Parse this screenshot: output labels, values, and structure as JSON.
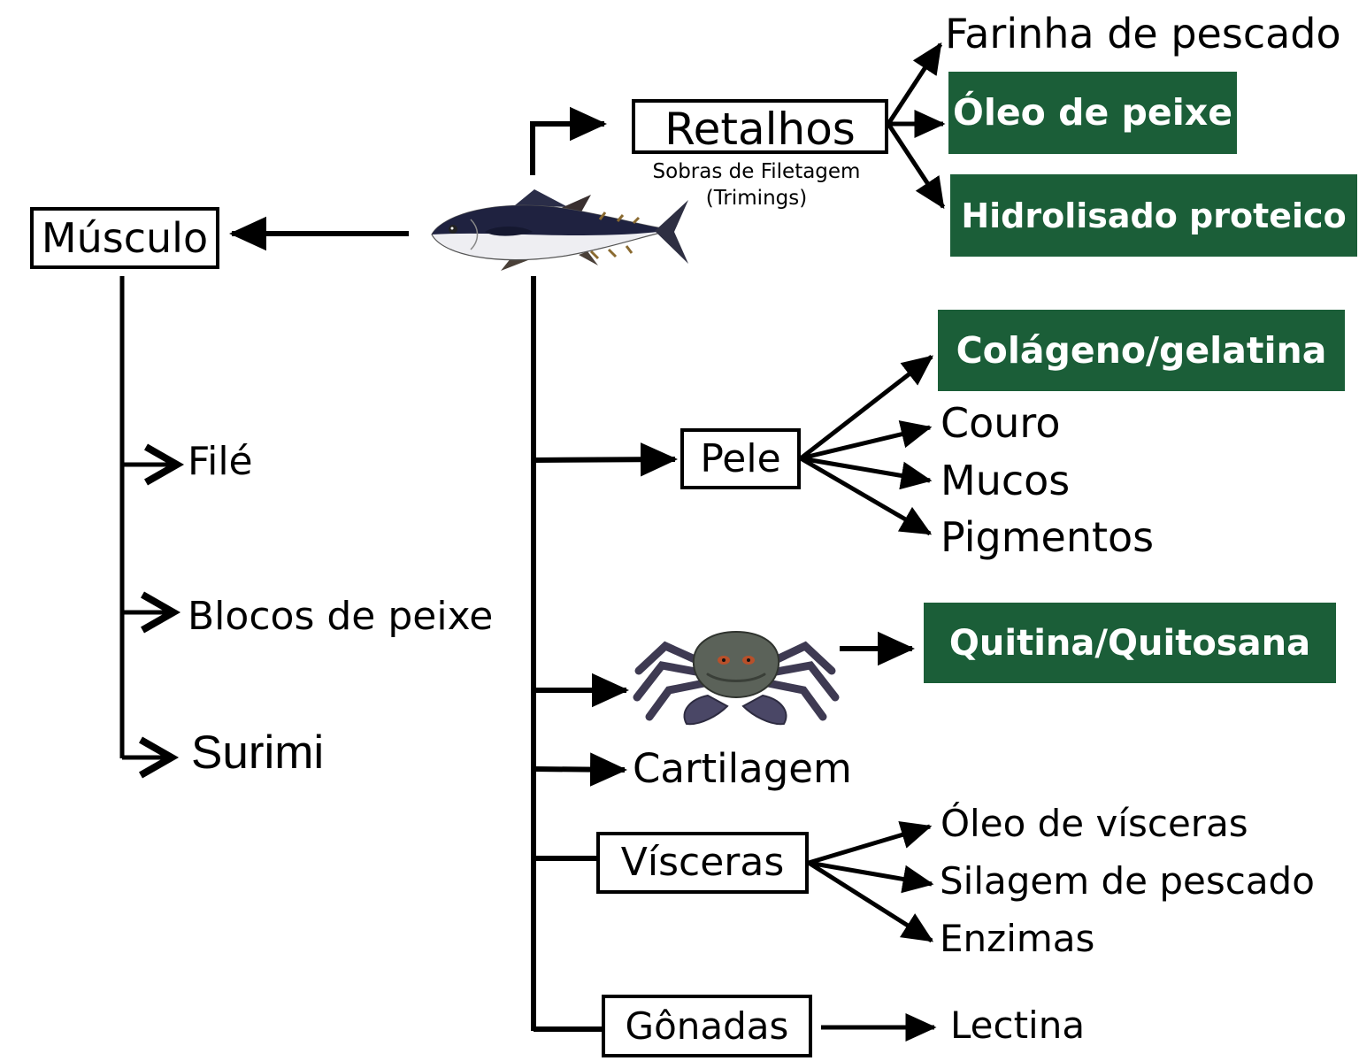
{
  "colors": {
    "product_fill": "#1b5e38",
    "product_text": "#ffffff",
    "line": "#000000"
  },
  "nodes": {
    "musculo": "Músculo",
    "retalhos": "Retalhos",
    "retalhos_note_1": "Sobras de Filetagem",
    "retalhos_note_2": "(Trimings)",
    "pele": "Pele",
    "cartilagem": "Cartilagem",
    "visceras": "Vísceras",
    "gonadas": "Gônadas"
  },
  "musculo_products": [
    "Filé",
    "Blocos de peixe",
    "Surimi"
  ],
  "retalhos_products": {
    "farinha": "Farinha de pescado",
    "oleo": "Óleo de peixe",
    "hidrolisado": "Hidrolisado proteico"
  },
  "pele_products": {
    "colageno": "Colágeno/gelatina",
    "couro": "Couro",
    "mucos": "Mucos",
    "pigmentos": "Pigmentos"
  },
  "crab_products": {
    "quitina": "Quitina/Quitosana"
  },
  "visceras_products": [
    "Óleo de vísceras",
    "Silagem de pescado",
    "Enzimas"
  ],
  "gonadas_products": {
    "lectina": "Lectina"
  },
  "icons": {
    "fish": "tuna-fish-icon",
    "crab": "crab-icon"
  }
}
